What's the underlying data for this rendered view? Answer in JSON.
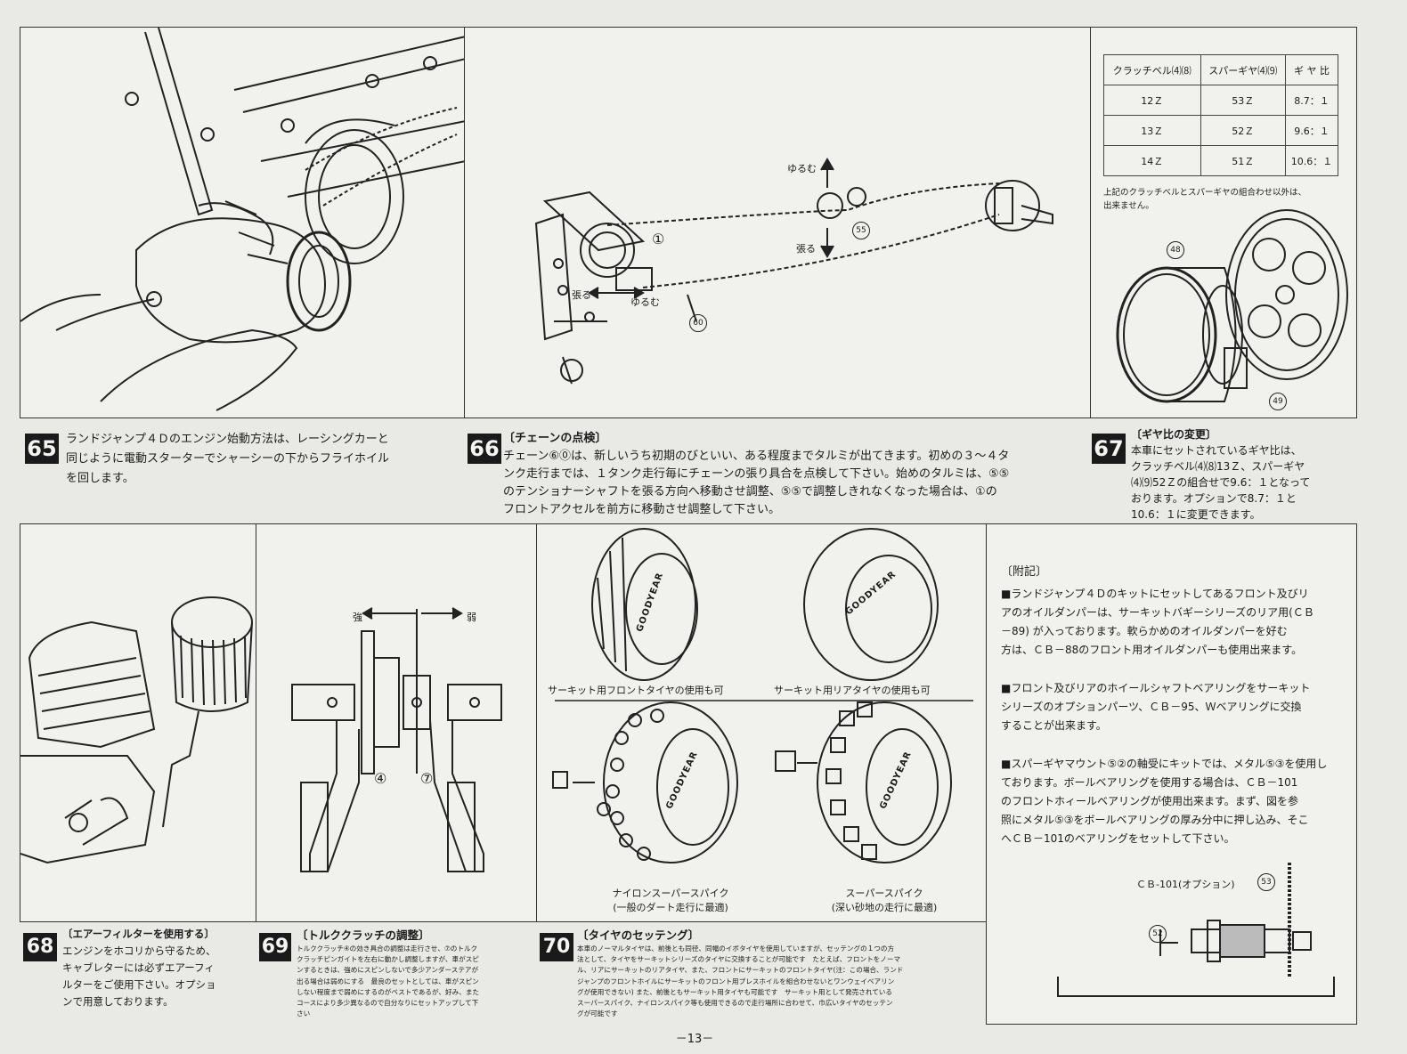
{
  "panel65": {
    "number": "65",
    "text_line1": "ランドジャンプ４Ｄのエンジン始動方法は、レーシングカーと",
    "text_line2": "同じように電動スターターでシャーシーの下からフライホイル",
    "text_line3": "を回します。"
  },
  "panel66": {
    "number": "66",
    "title": "〔チェーンの点検〕",
    "text_line1": "チェーン⑥⓪は、新しいうち初期のびといい、ある程度までタルミが出てきます。初めの３～４タ",
    "text_line2": "ンク走行までは、１タンク走行毎にチェーンの張り具合を点検して下さい。始めのタルミは、⑤⑤",
    "text_line3": "のテンショナーシャフトを張る方向へ移動させ調整、⑤⑤で調整しきれなくなった場合は、①の",
    "text_line4": "フロントアクセルを前方に移動させ調整して下さい。",
    "labels": {
      "loosen_top": "ゆるむ",
      "tighten_top": "張る",
      "tighten_left": "張る",
      "loosen_bottom": "ゆるむ",
      "part1": "①",
      "part55": "55",
      "part60": "60"
    }
  },
  "panel67": {
    "number": "67",
    "title": "〔ギヤ比の変更〕",
    "text_line1": "本車にセットされているギヤ比は、",
    "text_line2": "クラッチベル⑷⑻13Ｚ、スパーギヤ",
    "text_line3": "⑷⑼52Ｚの組合せで9.6：１となって",
    "text_line4": "おります。オプションで8.7：１と",
    "text_line5": "10.6：１に変更できます。",
    "table": {
      "headers": [
        "クラッチベル⑷⑻",
        "スパーギヤ⑷⑼",
        "ギ ヤ 比"
      ],
      "rows": [
        [
          "12Ｚ",
          "53Ｚ",
          "8.7：１"
        ],
        [
          "13Ｚ",
          "52Ｚ",
          "9.6：１"
        ],
        [
          "14Ｚ",
          "51Ｚ",
          "10.6：１"
        ]
      ]
    },
    "table_note_line1": "上記のクラッチベルとスパーギヤの組合わせ以外は、",
    "table_note_line2": "出来ません。",
    "labels": {
      "part48": "48",
      "part49": "49"
    }
  },
  "panel68": {
    "number": "68",
    "title": "〔エアーフィルターを使用する〕",
    "text_line1": "エンジンをホコリから守るため、",
    "text_line2": "キャブレターには必ずエアーフィ",
    "text_line3": "ルターをご使用下さい。オプショ",
    "text_line4": "ンで用意しております。"
  },
  "panel69": {
    "number": "69",
    "title": "〔トルククラッチの調整〕",
    "small_lines": [
      "トルククラッチ④の効き具合の調整は走行させ、⑦のトルク",
      "クラッチピンガイトを左右に動かし調整しますが、車がスピ",
      "ンするときは、強めにスピンしないで多少アンダーステアが",
      "出る場合は弱めにする　最良のセットとしては、車がスピン",
      "しない程度まで弱めにするのがベストであるが、好み、また",
      "コースにより多少異なるので自分なりにセットアップして下",
      "さい"
    ],
    "labels": {
      "strong": "強",
      "weak": "弱",
      "part4": "④",
      "part7": "⑦"
    }
  },
  "panel70": {
    "number": "70",
    "title": "〔タイヤのセッテング〕",
    "small_lines": [
      "本車のノーマルタイヤは、前後とも同径、同幅のイボタイヤを使用していますが、セッテングの１つの方",
      "法として、タイヤをサーキットシリーズのタイヤに交換することが可能です　たとえば、フロントをノーマ",
      "ル、リアにサーキットのリアタイヤ、また、フロントにサーキットのフロントタイヤ(注：この場合、ランド",
      "ジャンプのフロントホイルにサーキットのフロント用プレスホイルを組合わせないとワンウェイベアリン",
      "グが使用できない) また、前後ともサーキット用タイヤも可能です　サーキット用として発売されている",
      "スーパースパイク、ナイロンスパイク等も使用できるので走行場所に合わせて、巾広いタイヤのセッテン",
      "グが可能です"
    ],
    "tire_labels": {
      "front": "サーキット用フロントタイヤの使用も可",
      "rear": "サーキット用リアタイヤの使用も可",
      "nylon_line1": "ナイロンスーパースパイク",
      "nylon_line2": "(一般のダート走行に最適)",
      "super_line1": "スーパースパイク",
      "super_line2": "(深い砂地の走行に最適)",
      "brand": "GOODYEAR"
    }
  },
  "appendix": {
    "title": "〔附記〕",
    "item1_lines": [
      "■ランドジャンプ４Ｄのキットにセットしてあるフロント及びリ",
      "アのオイルダンパーは、サーキットバギーシリーズのリア用(ＣＢ",
      "－89) が入っております。軟らかめのオイルダンパーを好む",
      "方は、ＣＢ－88のフロント用オイルダンパーも使用出来ます。"
    ],
    "item2_lines": [
      "■フロント及びリアのホイールシャフトベアリングをサーキット",
      "シリーズのオプションパーツ、ＣＢ－95、Ｗベアリングに交換",
      "することが出来ます。"
    ],
    "item3_lines": [
      "■スパーギヤマウント⑤②の軸受にキットでは、メタル⑤③を使用し",
      "ております。ボールベアリングを使用する場合は、ＣＢ－101",
      "のフロントホィールベアリングが使用出来ます。まず、図を参",
      "照にメタル⑤③をボールベアリングの厚み分中に押し込み、そこ",
      "へＣＢ－101のベアリングをセットして下さい。"
    ],
    "diagram_labels": {
      "option": "ＣＢ-101(オプション)",
      "part53": "53",
      "part52": "52"
    }
  },
  "page_number": "－13－"
}
